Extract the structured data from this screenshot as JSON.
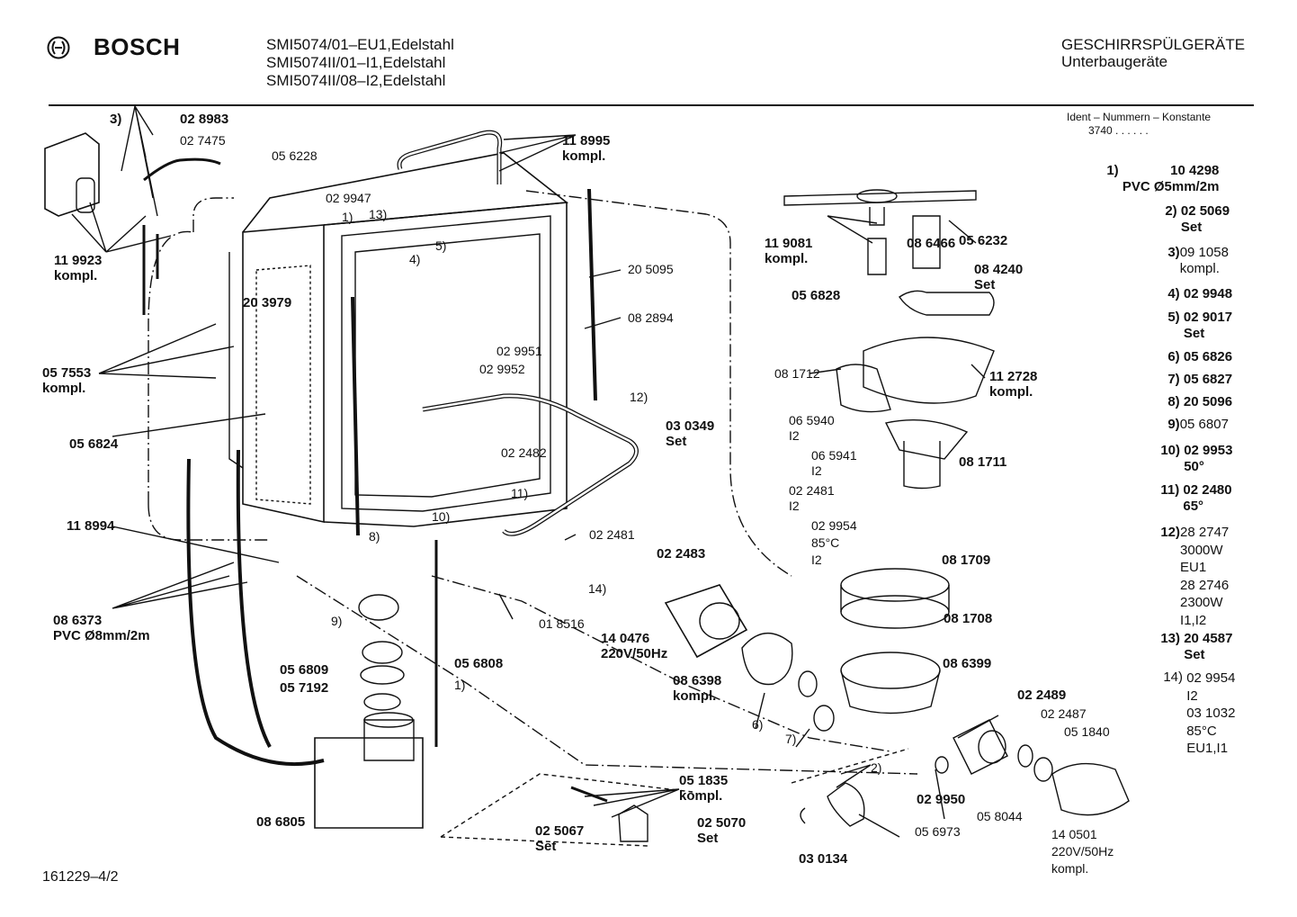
{
  "header": {
    "brand": "BOSCH",
    "models": [
      "SMI5074/01–EU1,Edelstahl",
      "SMI5074II/01–I1,Edelstahl",
      "SMI5074II/08–I2,Edelstahl"
    ],
    "category": "GESCHIRRSPÜLGERÄTE",
    "subcategory": "Unterbaugeräte"
  },
  "legend": {
    "title": "Ident – Nummern – Konstante",
    "constant": "3740 . . . . . .",
    "items": [
      {
        "key": "1)",
        "text": "10 4298\nPVC Ø5mm/2m",
        "bold": true
      },
      {
        "key": "2)",
        "text": "02 5069\nSet",
        "bold": true
      },
      {
        "key": "3)",
        "text": "09 1058\nkompl.",
        "bold": false
      },
      {
        "key": "4)",
        "text": "02 9948",
        "bold": true
      },
      {
        "key": "5)",
        "text": "02 9017\nSet",
        "bold": true
      },
      {
        "key": "6)",
        "text": "05 6826",
        "bold": true
      },
      {
        "key": "7)",
        "text": "05 6827",
        "bold": true
      },
      {
        "key": "8)",
        "text": "20 5096",
        "bold": true
      },
      {
        "key": "9)",
        "text": "05 6807",
        "bold": false
      },
      {
        "key": "10)",
        "text": "02 9953\n50°",
        "bold": true
      },
      {
        "key": "11)",
        "text": "02 2480\n65°",
        "bold": true
      },
      {
        "key": "12)",
        "text": "28 2747\n3000W\nEU1\n28 2746\n2300W\nI1,I2",
        "bold": false
      },
      {
        "key": "13)",
        "text": "20 4587\nSet",
        "bold": true
      },
      {
        "key": "14)",
        "text": "02 9954\nI2\n03 1032\n85°C\nEU1,I1",
        "bold": false
      }
    ]
  },
  "labels": {
    "l_3": "3)",
    "l_028983": "02 8983",
    "l_027475": "02 7475",
    "l_056228": "05 6228",
    "l_118995": "11 8995\nkompl.",
    "l_029947": "02 9947",
    "l_1": "1)",
    "l_13": "13)",
    "l_4": "4)",
    "l_5": "5)",
    "l_205095": "20 5095",
    "l_119923": "11 9923\nkompl.",
    "l_203979": "20 3979",
    "l_082894": "08 2894",
    "l_029951": "02 9951",
    "l_029952": "02 9952",
    "l_057553": "05 7553\nkompl.",
    "l_056824": "05 6824",
    "l_12": "12)",
    "l_030349": "03 0349\nSet",
    "l_022482": "02 2482",
    "l_11": "11)",
    "l_10": "10)",
    "l_118994": "11 8994",
    "l_8": "8)",
    "l_022481b": "02 2481",
    "l_14": "14)",
    "l_018516": "01 8516",
    "l_086373": "08 6373\nPVC Ø8mm/2m",
    "l_9": "9)",
    "l_056809": "05 6809",
    "l_057192": "05 7192",
    "l_056808": "05 6808",
    "l_1b": "1)",
    "l_086805": "08 6805",
    "l_025067": "02 5067\nSet",
    "l_051835": "05 1835\nkompl.",
    "l_025070": "02 5070\nSet",
    "l_022483": "02 2483",
    "l_140476": "14 0476\n220V/50Hz",
    "l_086398": "08 6398\nkompl.",
    "l_6": "6)",
    "l_7": "7)",
    "l_119081": "11 9081\nkompl.",
    "l_086466": "08 6466",
    "l_056232": "05 6232",
    "l_084240": "08 4240\nSet",
    "l_056828": "05 6828",
    "l_081712": "08 1712",
    "l_112728": "11 2728\nkompl.",
    "l_065940": "06 5940\nI2",
    "l_065941": "06 5941\nI2",
    "l_022481": "02 2481\nI2",
    "l_029954": "02 9954\n85°C\nI2",
    "l_081711": "08 1711",
    "l_081709": "08 1709",
    "l_081708": "08 1708",
    "l_086399": "08 6399",
    "l_022489": "02 2489",
    "l_022487": "02 2487",
    "l_051840": "05 1840",
    "l_2": "2)",
    "l_029950": "02 9950",
    "l_058044": "05 8044",
    "l_056973": "05 6973",
    "l_030134": "03 0134",
    "l_140501": "14 0501\n220V/50Hz\nkompl."
  },
  "footer": {
    "code": "161229–4/2"
  }
}
